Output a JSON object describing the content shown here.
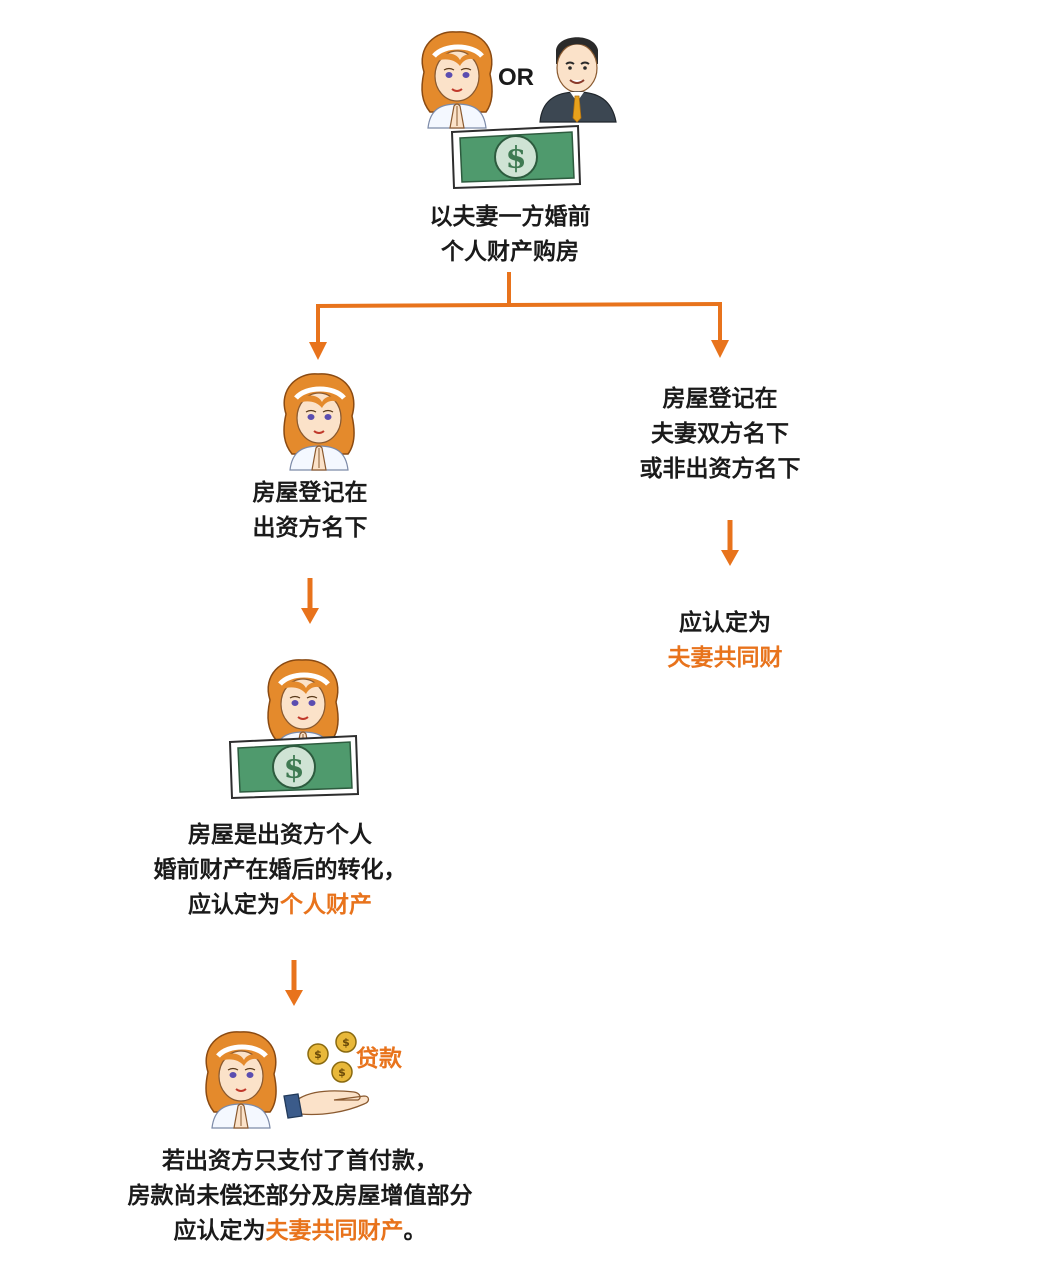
{
  "colors": {
    "accent": "#e8731c",
    "text": "#1a1a1a",
    "bill_green": "#3f8a5f"
  },
  "top": {
    "or_label": "OR",
    "caption_line1": "以夫妻一方婚前",
    "caption_line2": "个人财产购房"
  },
  "left_branch": {
    "step1_line1": "房屋登记在",
    "step1_line2": "出资方名下",
    "step2_line1": "房屋是出资方个人",
    "step2_line2": "婚前财产在婚后的转化，",
    "step2_line3_prefix": "应认定为",
    "step2_line3_highlight": "个人财产",
    "loan_label": "贷款",
    "step3_line1": "若出资方只支付了首付款，",
    "step3_line2": "房款尚未偿还部分及房屋增值部分",
    "step3_line3_prefix": "应认定为",
    "step3_line3_highlight": "夫妻共同财产",
    "step3_line3_suffix": "。"
  },
  "right_branch": {
    "step1_line1": "房屋登记在",
    "step1_line2": "夫妻双方名下",
    "step1_line3": "或非出资方名下",
    "result_line1": "应认定为",
    "result_highlight": "夫妻共同财"
  },
  "icons": {
    "woman": "woman-avatar-icon",
    "man": "man-avatar-icon",
    "money": "dollar-bill-icon",
    "coins": "coins-in-hand-icon",
    "arrow": "arrow-down-icon"
  }
}
